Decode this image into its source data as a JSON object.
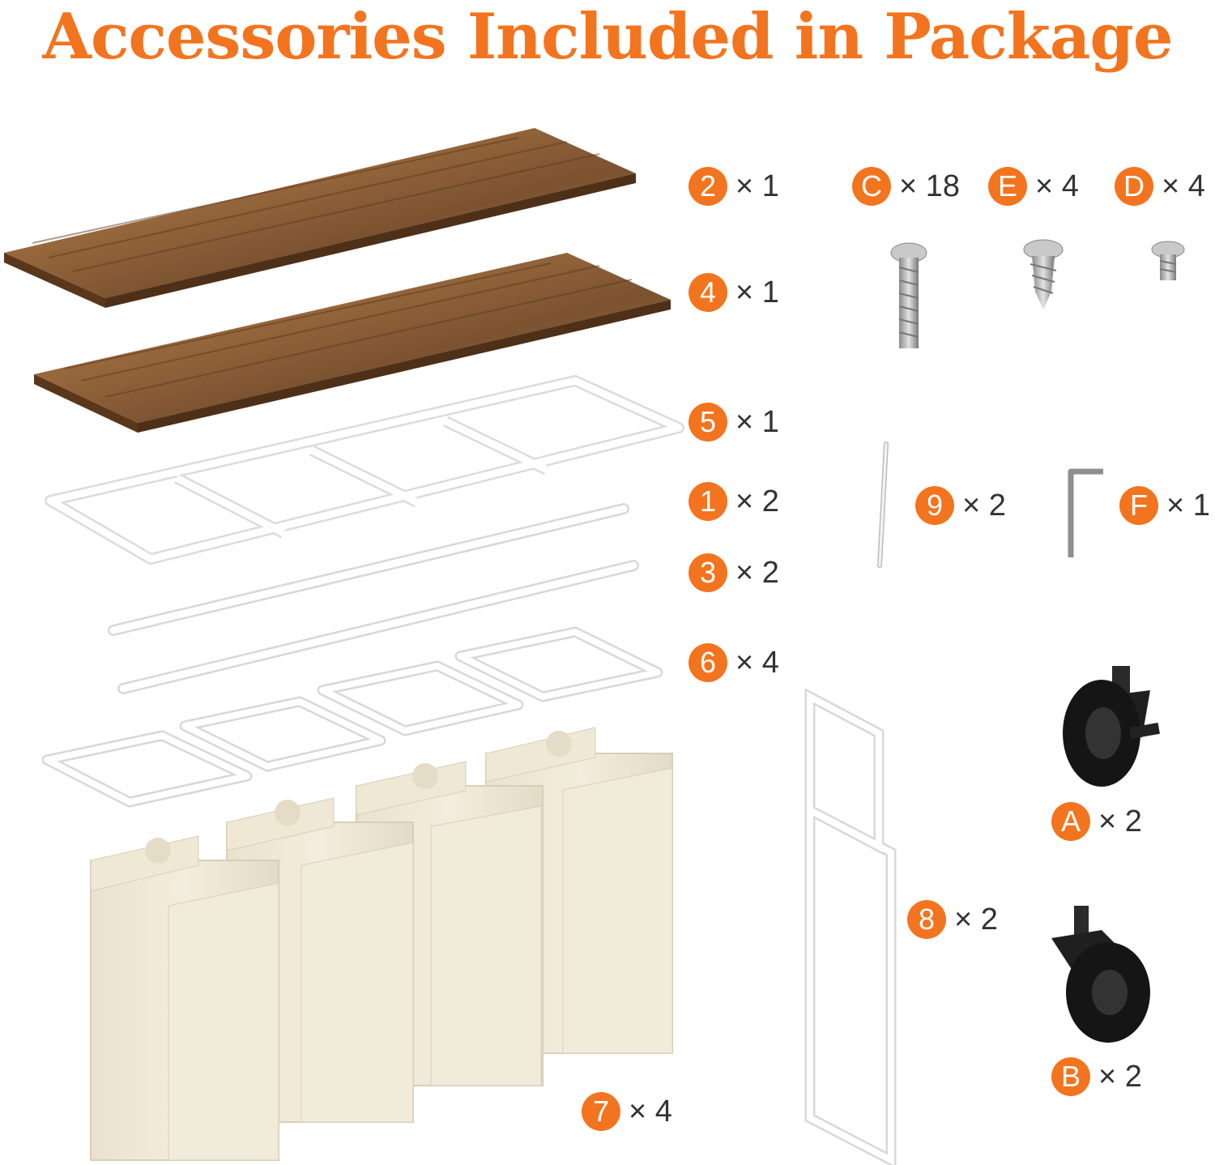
{
  "title": "Accessories Included in Package",
  "accent_color": "#f3741f",
  "parts": [
    {
      "id": "2",
      "qty": "× 1"
    },
    {
      "id": "4",
      "qty": "× 1"
    },
    {
      "id": "5",
      "qty": "× 1"
    },
    {
      "id": "1",
      "qty": "× 2"
    },
    {
      "id": "3",
      "qty": "× 2"
    },
    {
      "id": "6",
      "qty": "× 4"
    },
    {
      "id": "7",
      "qty": "× 4"
    },
    {
      "id": "8",
      "qty": "× 2"
    },
    {
      "id": "9",
      "qty": "× 2"
    },
    {
      "id": "F",
      "qty": "× 1"
    },
    {
      "id": "C",
      "qty": "× 18"
    },
    {
      "id": "E",
      "qty": "× 4"
    },
    {
      "id": "D",
      "qty": "× 4"
    },
    {
      "id": "A",
      "qty": "× 2"
    },
    {
      "id": "B",
      "qty": "× 2"
    }
  ]
}
